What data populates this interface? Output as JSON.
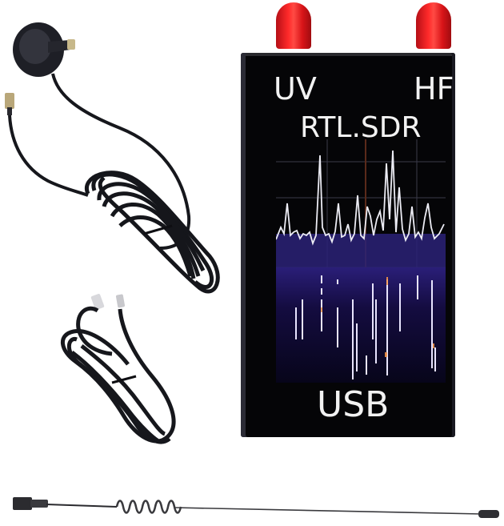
{
  "scene": {
    "description": "RTL-SDR UV/HF USB receiver kit product photo",
    "background_color": "#ffffff"
  },
  "device": {
    "label_left": "UV",
    "label_right": "HF",
    "label_center": "RTL.SDR",
    "label_bottom": "USB",
    "body_color": "#050507",
    "cap_color": "#e8191e",
    "connectors": [
      "sma-cap-left",
      "sma-cap-right"
    ],
    "screen": {
      "spectrum_color": "#e6e6f0",
      "waterfall_color": "#1a1050"
    }
  },
  "accessories": [
    {
      "name": "Magnetic base antenna with coiled cable"
    },
    {
      "name": "USB extension cable"
    },
    {
      "name": "Telescopic coil whip antenna"
    }
  ]
}
